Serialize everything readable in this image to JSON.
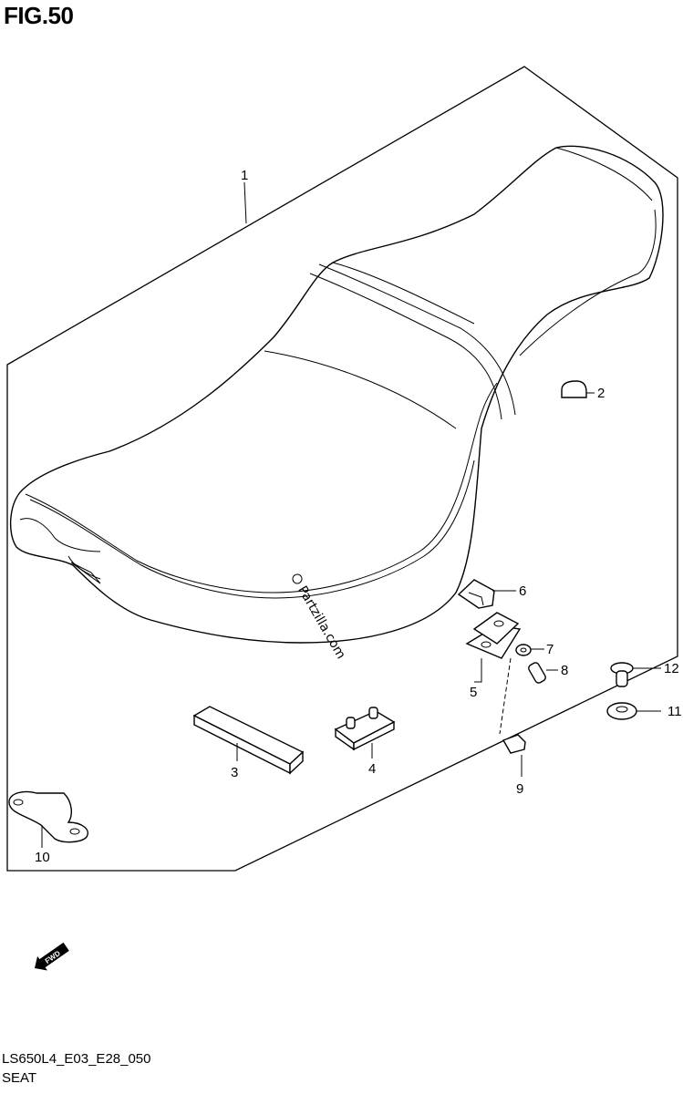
{
  "figure": {
    "title": "FIG.50",
    "drawing_code": "LS650L4_E03_E28_050",
    "section_name": "SEAT"
  },
  "watermark": "Partzilla.com",
  "fwd_label": "FWD",
  "callouts": [
    {
      "id": "1",
      "part": "seat"
    },
    {
      "id": "2",
      "part": "cap"
    },
    {
      "id": "3",
      "part": "cushion"
    },
    {
      "id": "4",
      "part": "damper"
    },
    {
      "id": "5",
      "part": "bracket"
    },
    {
      "id": "6",
      "part": "clip"
    },
    {
      "id": "7",
      "part": "washer"
    },
    {
      "id": "8",
      "part": "bolt"
    },
    {
      "id": "9",
      "part": "bolt"
    },
    {
      "id": "10",
      "part": "bracket"
    },
    {
      "id": "11",
      "part": "washer"
    },
    {
      "id": "12",
      "part": "bolt"
    }
  ]
}
